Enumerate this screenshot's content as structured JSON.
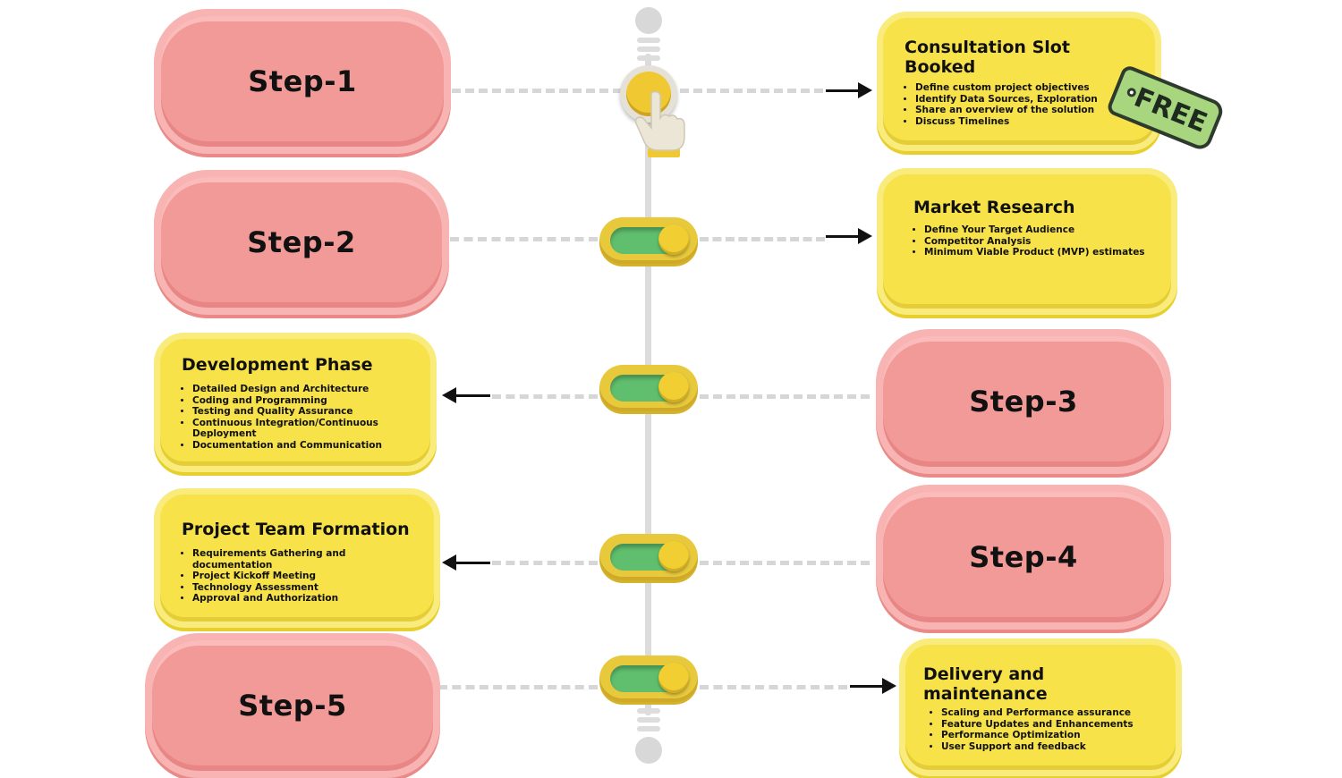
{
  "steps": [
    {
      "label": "Step-1"
    },
    {
      "label": "Step-2"
    },
    {
      "label": "Step-3"
    },
    {
      "label": "Step-4"
    },
    {
      "label": "Step-5"
    }
  ],
  "cards": {
    "consultation": {
      "title": "Consultation Slot Booked",
      "items": [
        "Define custom project objectives",
        "Identify Data Sources, Exploration",
        "Share an overview of the solution",
        "Discuss Timelines"
      ],
      "tag": "FREE"
    },
    "market": {
      "title": "Market Research",
      "items": [
        "Define Your Target Audience",
        "Competitor Analysis",
        "Minimum Viable Product (MVP) estimates"
      ]
    },
    "development": {
      "title": "Development Phase",
      "items": [
        "Detailed Design and Architecture",
        "Coding and Programming",
        "Testing and Quality Assurance",
        "Continuous Integration/Continuous Deployment",
        "Documentation and Communication"
      ]
    },
    "team": {
      "title": "Project Team Formation",
      "items": [
        "Requirements Gathering and documentation",
        "Project Kickoff Meeting",
        "Technology Assessment",
        "Approval and Authorization"
      ]
    },
    "delivery": {
      "title": "Delivery and maintenance",
      "items": [
        "Scaling and Performance assurance",
        "Feature Updates and Enhancements",
        "Performance Optimization",
        "User Support and feedback"
      ]
    }
  },
  "icons": {
    "pointer": "pointing-hand-icon",
    "toggle": "toggle-switch-icon",
    "arrow": "arrow-icon"
  },
  "colors": {
    "step_pink": "#f29a98",
    "card_yellow": "#f7e24a",
    "toggle_green": "#5fbf6e",
    "tag_green": "#a8d67e"
  }
}
